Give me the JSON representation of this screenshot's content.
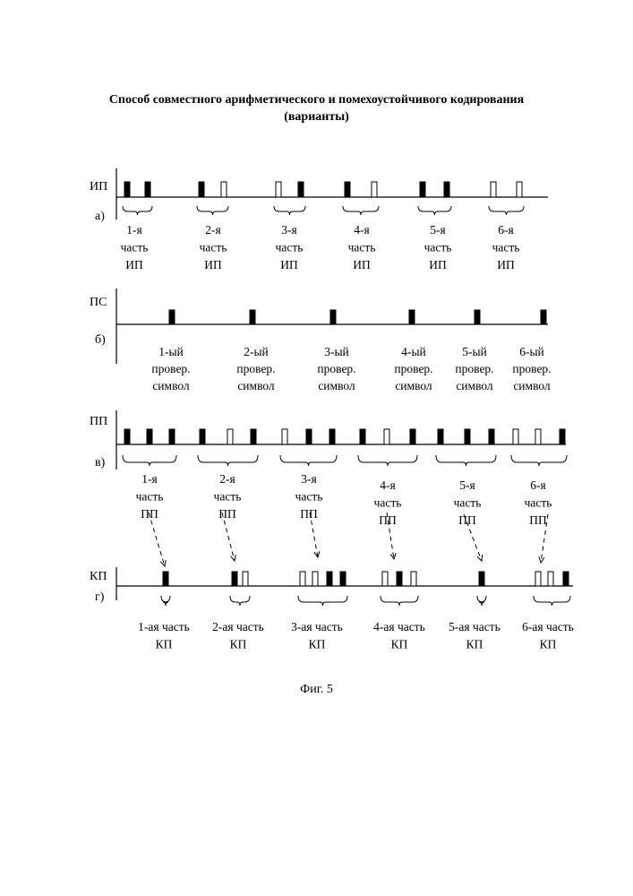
{
  "title": {
    "line1": "Способ совместного арифметического и помехоустойчивого кодирования",
    "line2": "(варианты)"
  },
  "caption": "Фиг. 5",
  "rows": [
    {
      "id": "ip",
      "name": "ИП",
      "letter": "а)",
      "brackets": true,
      "blocks": [
        {
          "bits": [
            1,
            1
          ],
          "label": [
            "1-я",
            "часть",
            "ИП"
          ]
        },
        {
          "bits": [
            1,
            0
          ],
          "label": [
            "2-я",
            "часть",
            "ИП"
          ]
        },
        {
          "bits": [
            0,
            1
          ],
          "label": [
            "3-я",
            "часть",
            "ИП"
          ]
        },
        {
          "bits": [
            1,
            0
          ],
          "label": [
            "4-я",
            "часть",
            "ИП"
          ]
        },
        {
          "bits": [
            1,
            1
          ],
          "label": [
            "5-я",
            "часть",
            "ИП"
          ]
        },
        {
          "bits": [
            0,
            0
          ],
          "label": [
            "6-я",
            "часть",
            "ИП"
          ]
        }
      ]
    },
    {
      "id": "ps",
      "name": "ПС",
      "letter": "б)",
      "brackets": false,
      "blocks": [
        {
          "bits": [
            1
          ],
          "label": [
            "1-ый",
            "провер.",
            "символ"
          ]
        },
        {
          "bits": [
            1
          ],
          "label": [
            "2-ый",
            "провер.",
            "символ"
          ]
        },
        {
          "bits": [
            1
          ],
          "label": [
            "3-ый",
            "провер.",
            "символ"
          ]
        },
        {
          "bits": [
            1
          ],
          "label": [
            "4-ый",
            "провер.",
            "символ"
          ]
        },
        {
          "bits": [
            1
          ],
          "label": [
            "5-ый",
            "провер.",
            "символ"
          ]
        },
        {
          "bits": [
            1
          ],
          "label": [
            "6-ый",
            "провер.",
            "символ"
          ]
        }
      ]
    },
    {
      "id": "pp",
      "name": "ПП",
      "letter": "в)",
      "brackets": true,
      "blocks": [
        {
          "bits": [
            1,
            1,
            1
          ],
          "label": [
            "1-я",
            "часть",
            "ПП"
          ]
        },
        {
          "bits": [
            1,
            0,
            1
          ],
          "label": [
            "2-я",
            "часть",
            "ПП"
          ]
        },
        {
          "bits": [
            0,
            1,
            1
          ],
          "label": [
            "3-я",
            "часть",
            "ПП"
          ]
        },
        {
          "bits": [
            1,
            0,
            1
          ],
          "label": [
            "4-я",
            "часть",
            "ПП"
          ]
        },
        {
          "bits": [
            1,
            1,
            1
          ],
          "label": [
            "5-я",
            "часть",
            "ПП"
          ]
        },
        {
          "bits": [
            0,
            0,
            1
          ],
          "label": [
            "6-я",
            "часть",
            "ПП"
          ]
        }
      ]
    },
    {
      "id": "kp",
      "name": "КП",
      "letter": "г)",
      "brackets": true,
      "blocks": [
        {
          "bits": [
            1
          ],
          "label": [
            "1-ая часть",
            "КП"
          ]
        },
        {
          "bits": [
            1,
            0
          ],
          "label": [
            "2-ая часть",
            "КП"
          ]
        },
        {
          "bits": [
            0,
            0,
            1,
            1
          ],
          "label": [
            "3-ая часть",
            "КП"
          ]
        },
        {
          "bits": [
            0,
            1,
            0
          ],
          "label": [
            "4-ая часть",
            "КП"
          ]
        },
        {
          "bits": [
            1
          ],
          "label": [
            "5-ая часть",
            "КП"
          ]
        },
        {
          "bits": [
            0,
            0,
            1
          ],
          "label": [
            "6-ая часть",
            "КП"
          ]
        }
      ]
    }
  ]
}
